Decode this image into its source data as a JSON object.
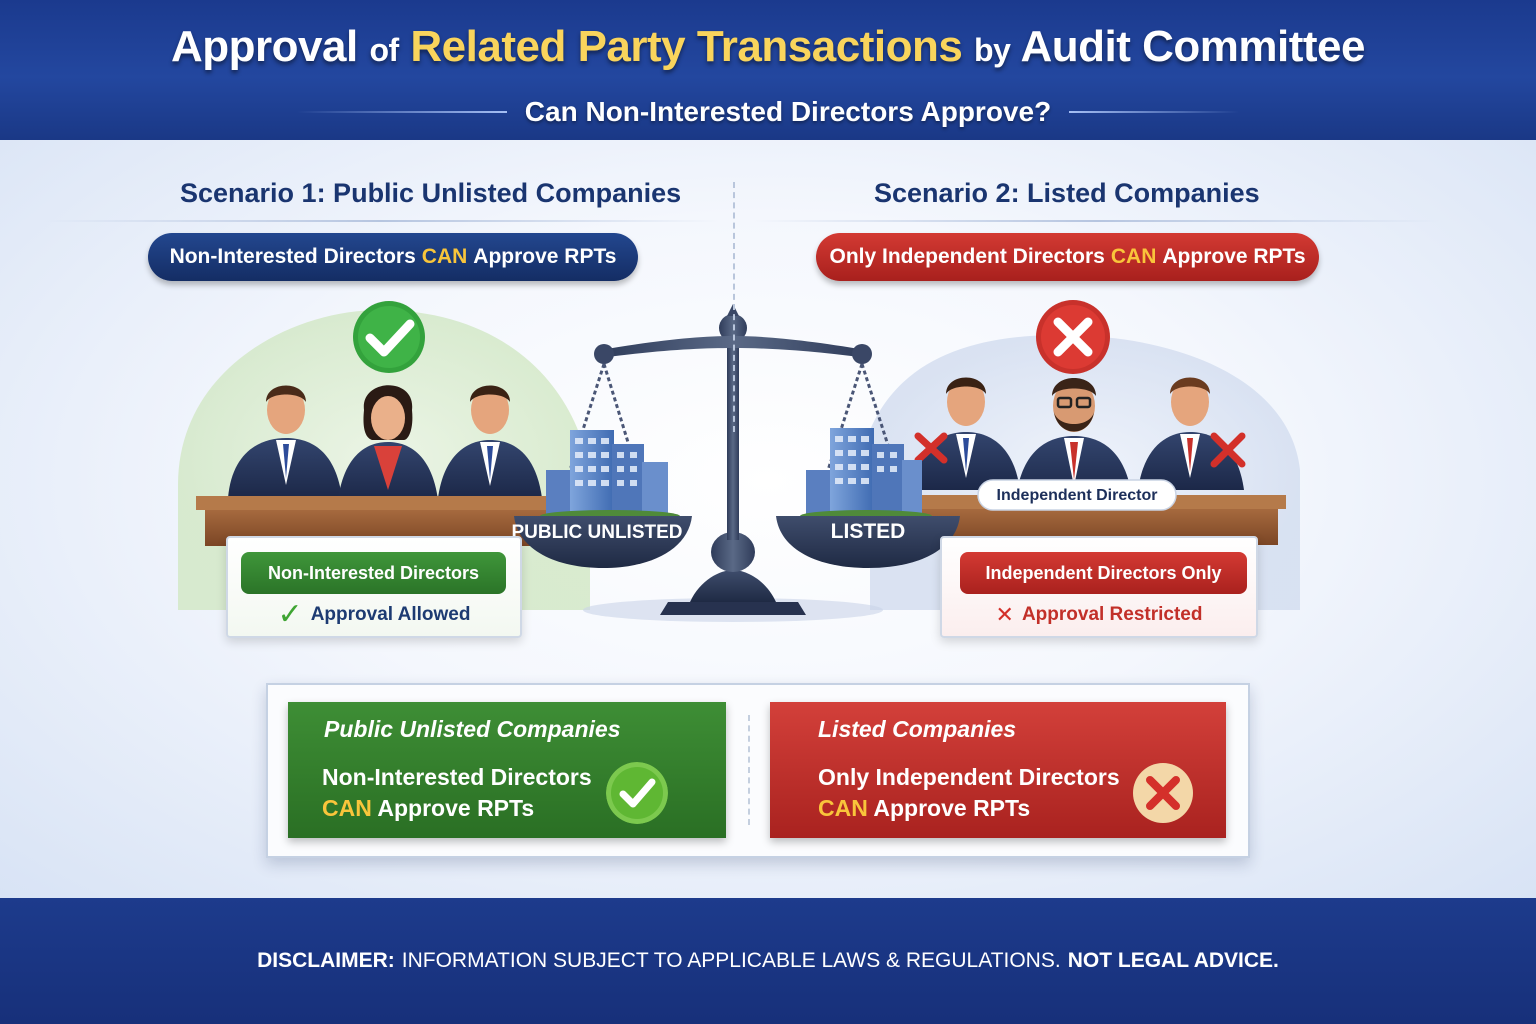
{
  "header": {
    "title_part1": "Approval",
    "title_part2": "of",
    "title_part3": "Related Party Transactions",
    "title_part4": "by",
    "title_part5": "Audit Committee",
    "subtitle": "Can Non-Interested Directors Approve?"
  },
  "scenario1": {
    "title": "Scenario 1: Public Unlisted Companies",
    "pill_before": "Non-Interested Directors",
    "pill_can": "CAN",
    "pill_after": "Approve RPTs",
    "status_badge": "Non-Interested Directors",
    "status_text": "Approval Allowed",
    "pan_label": "PUBLIC UNLISTED"
  },
  "scenario2": {
    "title": "Scenario 2: Listed Companies",
    "pill_before": "Only Independent Directors",
    "pill_can": "CAN",
    "pill_after": "Approve RPTs",
    "status_badge": "Independent Directors Only",
    "status_text": "Approval Restricted",
    "pan_label": "LISTED",
    "director_tag": "Independent Director"
  },
  "summary": {
    "left_title": "Public Unlisted Companies",
    "left_line1": "Non-Interested Directors",
    "left_can": "CAN",
    "left_line2": "Approve RPTs",
    "right_title": "Listed Companies",
    "right_line1": "Only Independent Directors",
    "right_can": "CAN",
    "right_line2": "Approve RPTs"
  },
  "footer": {
    "disclaimer_label": "DISCLAIMER:",
    "disclaimer_text": "INFORMATION SUBJECT TO APPLICABLE LAWS & REGULATIONS.",
    "disclaimer_bold": "NOT LEGAL ADVICE."
  },
  "colors": {
    "navy": "#1b3a8e",
    "gold": "#f9d45c",
    "green": "#3e8e35",
    "red": "#d3403a"
  },
  "icons": [
    "check-icon",
    "cross-icon",
    "scale-icon",
    "building-icon"
  ]
}
